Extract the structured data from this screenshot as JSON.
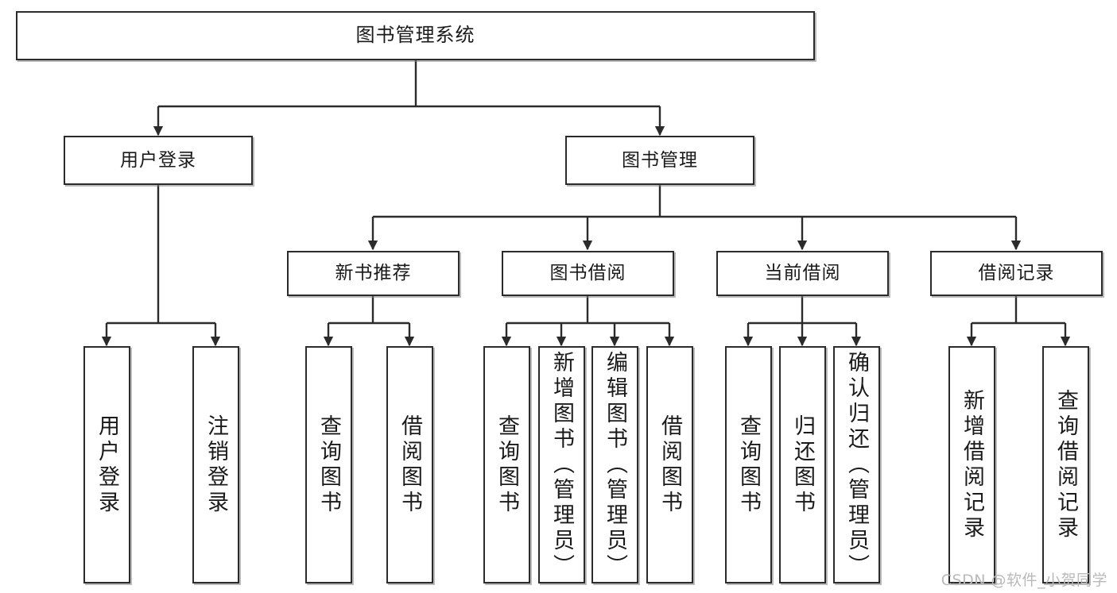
{
  "diagram": {
    "type": "tree",
    "title": "图书管理系统",
    "watermark": "CSDN @软件_小贺同学",
    "colors": {
      "stroke": "#2b2b2b",
      "fill": "#ffffff",
      "text": "#1a1a1a",
      "shadow": "#828282",
      "watermark": "#b9b9b9"
    }
  },
  "nodes": {
    "root": {
      "label": "图书管理系统"
    },
    "level2": [
      {
        "label": "用户登录"
      },
      {
        "label": "图书管理"
      }
    ],
    "level3": [
      {
        "label": "新书推荐"
      },
      {
        "label": "图书借阅"
      },
      {
        "label": "当前借阅"
      },
      {
        "label": "借阅记录"
      }
    ],
    "leaves": {
      "user_login": [
        {
          "label": "用户登录"
        },
        {
          "label": "注销登录"
        }
      ],
      "new_book": [
        {
          "label": "查询图书"
        },
        {
          "label": "借阅图书"
        }
      ],
      "book_borrow": [
        {
          "label": "查询图书"
        },
        {
          "label": "新增图书（管理员）"
        },
        {
          "label": "编辑图书（管理员）"
        },
        {
          "label": "借阅图书"
        }
      ],
      "current_borrow": [
        {
          "label": "查询图书"
        },
        {
          "label": "归还图书"
        },
        {
          "label": "确认归还（管理员）"
        }
      ],
      "borrow_record": [
        {
          "label": "新增借阅记录"
        },
        {
          "label": "查询借阅记录"
        }
      ]
    }
  }
}
